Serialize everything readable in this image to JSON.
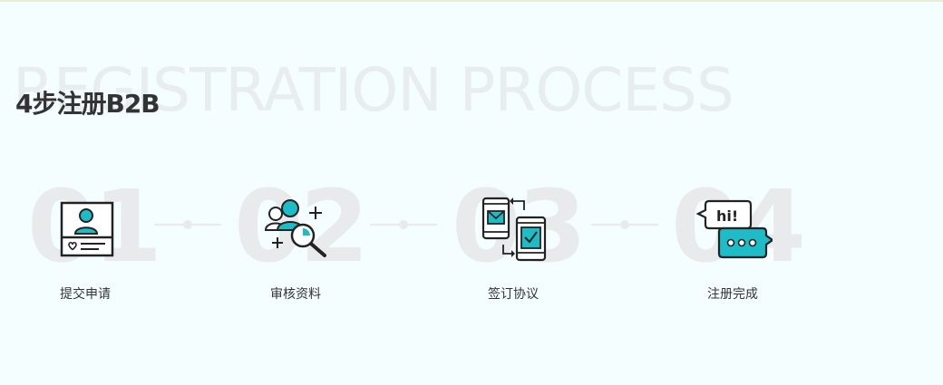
{
  "section": {
    "background_title": "REGISTRATION PROCESS",
    "title": "4步注册B2B"
  },
  "steps": [
    {
      "number": "01",
      "label": "提交申请",
      "icon": "profile-card-icon"
    },
    {
      "number": "02",
      "label": "审核资料",
      "icon": "user-review-magnifier-icon"
    },
    {
      "number": "03",
      "label": "签订协议",
      "icon": "phone-sync-icon"
    },
    {
      "number": "04",
      "label": "注册完成",
      "icon": "chat-bubbles-icon"
    }
  ],
  "icon_texts": {
    "hi": "hi!"
  },
  "colors": {
    "accent": "#1dbcc6",
    "icon_stroke": "#222222",
    "background": "#f5fefe",
    "watermark": "#e8eaec",
    "text": "#333333"
  }
}
